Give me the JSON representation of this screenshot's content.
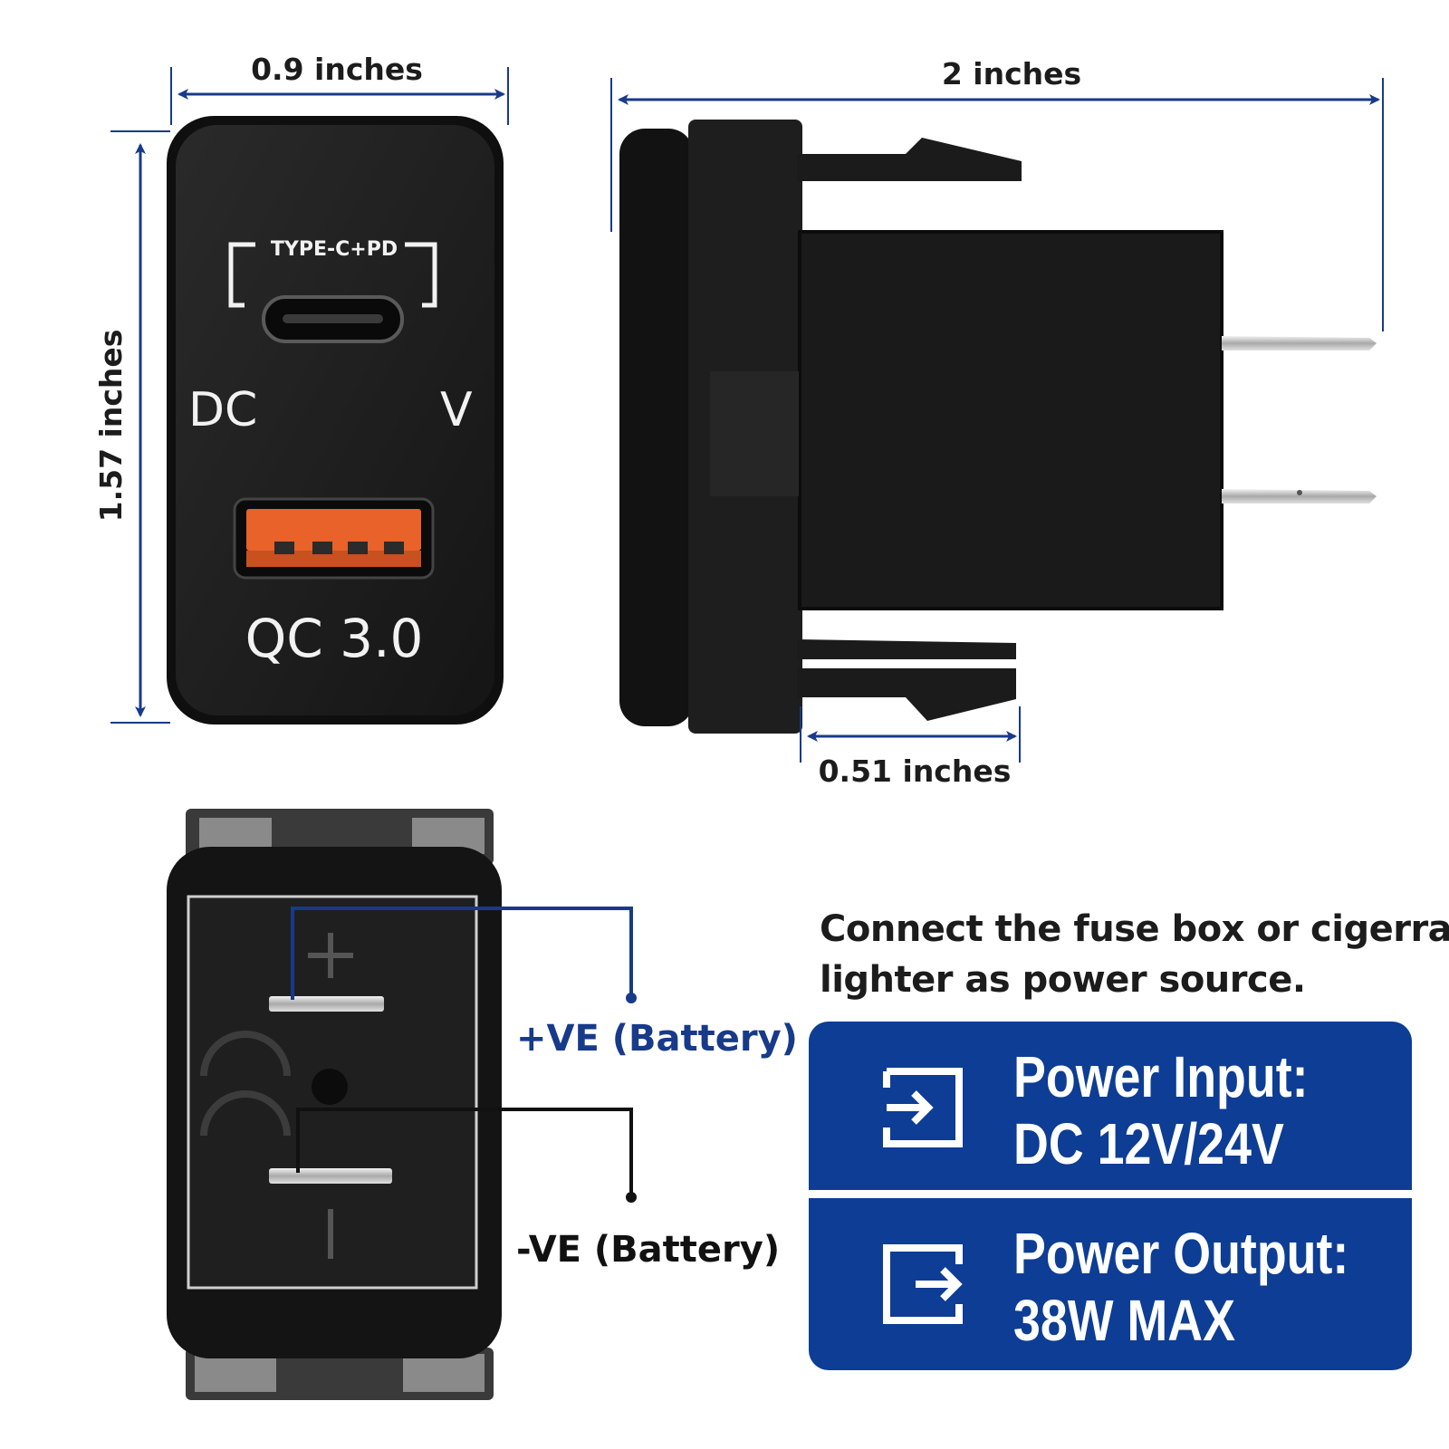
{
  "dimensions": {
    "width_label": "0.9 inches",
    "height_label": "1.57 inches",
    "length_label": "2 inches",
    "depth_label": "0.51 inches"
  },
  "front_face": {
    "usb_c_label": "TYPE-C+PD",
    "voltmeter_left_label": "DC",
    "voltmeter_right_label": "V",
    "usb_a_label": "QC 3.0"
  },
  "wiring": {
    "positive_label": "+VE (Battery)",
    "negative_label": "-VE (Battery)"
  },
  "caption": {
    "line1": "Connect the fuse box or cigerrate",
    "line2": "lighter as power source."
  },
  "specs": {
    "input_title": "Power Input:",
    "input_value": "DC 12V/24V",
    "input_icon": "enter-icon",
    "output_title": "Power Output:",
    "output_value": "38W MAX",
    "output_icon": "exit-icon"
  },
  "colors": {
    "accent_blue": "#0d3d94",
    "usb_a_orange": "#e8622a",
    "housing_black": "#1b1b1b"
  }
}
